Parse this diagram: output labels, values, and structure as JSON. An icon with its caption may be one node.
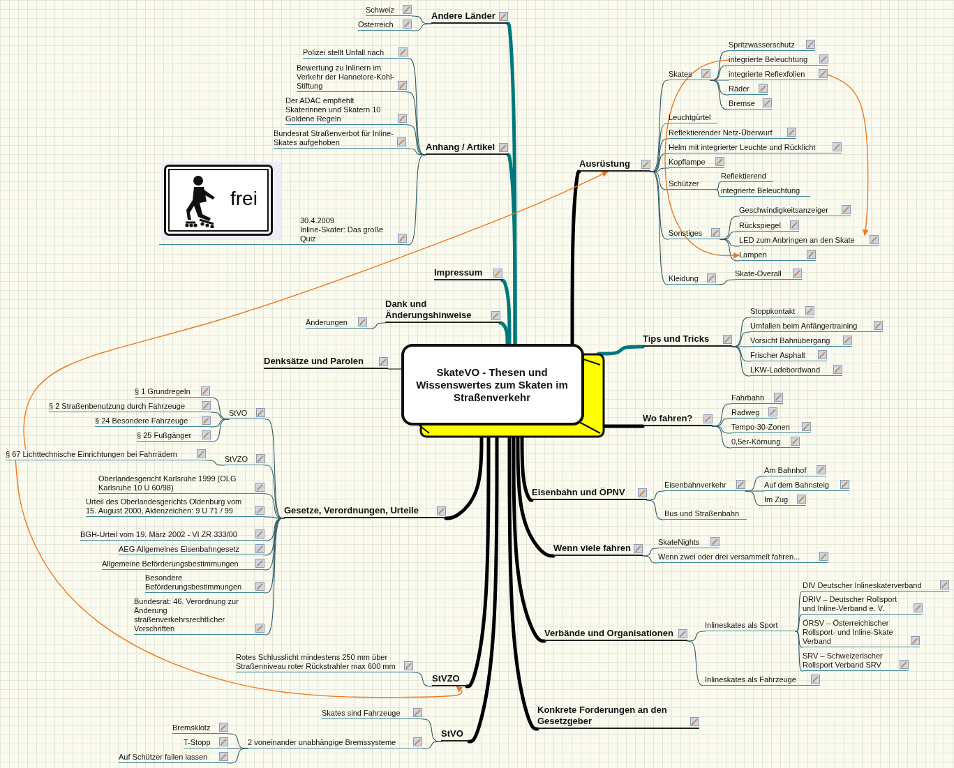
{
  "diagram": {
    "nodes": [
      {
        "text": [
          "SkateVO - Thesen und Wissenswertes zum Skaten im Straßenverkehr"
        ]
      },
      {
        "text": [
          "Ausrüstung"
        ]
      },
      {
        "text": [
          "Skates"
        ]
      },
      {
        "text": [
          "Spritzwasserschutz"
        ]
      },
      {
        "text": [
          "integrierte Beleuchtung"
        ]
      },
      {
        "text": [
          "integrierte Reflexfolien"
        ]
      },
      {
        "text": [
          "Räder"
        ]
      },
      {
        "text": [
          "Bremse"
        ]
      },
      {
        "text": [
          "Leuchtgürtel"
        ]
      },
      {
        "text": [
          "Reflektierender Netz-Überwurf"
        ]
      },
      {
        "text": [
          "Helm mit integrierter Leuchte und Rücklicht"
        ]
      },
      {
        "text": [
          "Kopflampe"
        ]
      },
      {
        "text": [
          "Schützer"
        ]
      },
      {
        "text": [
          "Reflektierend"
        ]
      },
      {
        "text": [
          "integrierte Beleuchtung"
        ]
      },
      {
        "text": [
          "Sonstiges"
        ]
      },
      {
        "text": [
          "Geschwindigkeitsanzeiger"
        ]
      },
      {
        "text": [
          "Rückspiegel"
        ]
      },
      {
        "text": [
          "LED zum Anbringen an den Skate"
        ]
      },
      {
        "text": [
          "Lampen"
        ]
      },
      {
        "text": [
          "Kleidung"
        ]
      },
      {
        "text": [
          "Skate-Overall"
        ]
      },
      {
        "text": [
          "Tips und Tricks"
        ]
      },
      {
        "text": [
          "Stoppkontakt"
        ]
      },
      {
        "text": [
          "Umfallen beim Anfängertraining"
        ]
      },
      {
        "text": [
          "Vorsicht Bahnübergang"
        ]
      },
      {
        "text": [
          "Frischer Asphalt"
        ]
      },
      {
        "text": [
          "LKW-Ladebordwand"
        ]
      },
      {
        "text": [
          "Wo fahren?"
        ]
      },
      {
        "text": [
          "Fahrbahn"
        ]
      },
      {
        "text": [
          "Radweg"
        ]
      },
      {
        "text": [
          "Tempo-30-Zonen"
        ]
      },
      {
        "text": [
          "0,5er-Körnung"
        ]
      },
      {
        "text": [
          "Eisenbahn und ÖPNV"
        ]
      },
      {
        "text": [
          "Eisenbahnverkehr"
        ]
      },
      {
        "text": [
          "Am Bahnhof"
        ]
      },
      {
        "text": [
          "Auf dem Bahnsteig"
        ]
      },
      {
        "text": [
          "Im Zug"
        ]
      },
      {
        "text": [
          "Bus und Straßenbahn"
        ]
      },
      {
        "text": [
          "Wenn viele fahren"
        ]
      },
      {
        "text": [
          "SkateNights"
        ]
      },
      {
        "text": [
          "Wenn zwei oder drei versammelt fahren..."
        ]
      },
      {
        "text": [
          "Verbände und Organisationen"
        ]
      },
      {
        "text": [
          "Inlineskates als Sport"
        ]
      },
      {
        "text": [
          "DIV Deutscher Inlineskaterverband"
        ]
      },
      {
        "text": [
          "DRIV – Deutscher Rollsport und Inline-Verband e. V."
        ]
      },
      {
        "text": [
          "ÖRSV – Österreichischer Rollsport- und Inline-Skate Verband"
        ]
      },
      {
        "text": [
          "SRV – Schweizerischer Rollsport Verband SRV"
        ]
      },
      {
        "text": [
          "Inlineskates als Fahrzeuge"
        ]
      },
      {
        "text": [
          "Konkrete Forderungen an den Gesetzgeber"
        ]
      },
      {
        "text": [
          "Andere Länder"
        ]
      },
      {
        "text": [
          "Schweiz"
        ]
      },
      {
        "text": [
          "Österreich"
        ]
      },
      {
        "text": [
          "Anhang / Artikel"
        ]
      },
      {
        "text": [
          "Polizei stellt Unfall nach"
        ]
      },
      {
        "text": [
          "Bewertung zu Inlinern im Verkehr der Hannelore-Kohl-Stiftung"
        ]
      },
      {
        "text": [
          "Der ADAC empfiehlt Skaterinnen und Skatern 10 Goldene Regeln"
        ]
      },
      {
        "text": [
          "Bundesrat Straßenverbot für Inline-Skates aufgehoben"
        ]
      },
      {
        "text": [
          "30.4.2009",
          "Inline-Skater: Das große Quiz"
        ]
      },
      {
        "text": [
          "Impressum"
        ]
      },
      {
        "text": [
          "Dank und Änderungshinweise"
        ]
      },
      {
        "text": [
          "Änderungen"
        ]
      },
      {
        "text": [
          "Denksätze und Parolen"
        ]
      },
      {
        "text": [
          "Gesetze, Verordnungen, Urteile"
        ]
      },
      {
        "text": [
          "StVO"
        ]
      },
      {
        "text": [
          "§ 1 Grundregeln"
        ]
      },
      {
        "text": [
          "§ 2 Straßenbenutzung durch Fahrzeuge"
        ]
      },
      {
        "text": [
          "§ 24 Besondere Fahrzeuge"
        ]
      },
      {
        "text": [
          "§ 25 Fußgänger"
        ]
      },
      {
        "text": [
          "StVZO"
        ]
      },
      {
        "text": [
          "§ 67 Lichttechnische Einrichtungen bei Fahrrädern"
        ]
      },
      {
        "text": [
          "Oberlandesgericht Karlsruhe 1999 (OLG Karlsruhe 10 U 60/98)"
        ]
      },
      {
        "text": [
          "Urteil des Oberlandesgerichts Oldenburg vom 15. August 2000, Aktenzeichen: 9 U 71 / 99"
        ]
      },
      {
        "text": [
          "BGH-Urteil vom 19. März 2002 - VI ZR 333/00"
        ]
      },
      {
        "text": [
          "AEG Allgemeines Eisenbahngesetz"
        ]
      },
      {
        "text": [
          "Allgemeine Beförderungsbestimmungen"
        ]
      },
      {
        "text": [
          "Besondere Beförderungsbestimmungen"
        ]
      },
      {
        "text": [
          "Bundesrat: 46. Verordnung zur Änderung straßenverkehrsrechtlicher Vorschriften"
        ]
      },
      {
        "text": [
          "StVZO"
        ]
      },
      {
        "text": [
          "Rotes Schlusslicht mindestens  250 mm über Straßenniveau roter Rückstrahler max 600 mm"
        ]
      },
      {
        "text": [
          "StVO"
        ]
      },
      {
        "text": [
          "Skates sind Fahrzeuge"
        ]
      },
      {
        "text": [
          "2 voneinander unabhängige Bremssysteme"
        ]
      },
      {
        "text": [
          "Bremsklotz"
        ]
      },
      {
        "text": [
          "T-Stopp"
        ]
      },
      {
        "text": [
          "Auf Schützer fallen lassen"
        ]
      }
    ],
    "edges": [
      {
        "from": 0,
        "to": 1,
        "arrow": "none",
        "style": "thick",
        "color": "#000000"
      },
      {
        "from": 0,
        "to": 22,
        "arrow": "none",
        "style": "thick",
        "color": "#00787a"
      },
      {
        "from": 0,
        "to": 28,
        "arrow": "none",
        "style": "thick",
        "color": "#000000"
      },
      {
        "from": 0,
        "to": 33,
        "arrow": "none",
        "style": "thick",
        "color": "#000000"
      },
      {
        "from": 0,
        "to": 39,
        "arrow": "none",
        "style": "thick",
        "color": "#000000"
      },
      {
        "from": 0,
        "to": 42,
        "arrow": "none",
        "style": "thick",
        "color": "#000000"
      },
      {
        "from": 0,
        "to": 49,
        "arrow": "none",
        "style": "thick",
        "color": "#000000"
      },
      {
        "from": 0,
        "to": 50,
        "arrow": "none",
        "style": "thick",
        "color": "#00787a"
      },
      {
        "from": 0,
        "to": 53,
        "arrow": "none",
        "style": "thick",
        "color": "#00787a"
      },
      {
        "from": 0,
        "to": 59,
        "arrow": "none",
        "style": "thick",
        "color": "#00787a"
      },
      {
        "from": 0,
        "to": 60,
        "arrow": "none",
        "style": "thick",
        "color": "#00787a"
      },
      {
        "from": 0,
        "to": 62,
        "arrow": "none",
        "color": "#000000"
      },
      {
        "from": 0,
        "to": 63,
        "arrow": "none",
        "style": "thick",
        "color": "#000000"
      },
      {
        "from": 0,
        "to": 78,
        "arrow": "none",
        "style": "thick",
        "color": "#000000"
      },
      {
        "from": 0,
        "to": 80,
        "arrow": "none",
        "style": "thick",
        "color": "#000000"
      },
      {
        "from": 1,
        "to": 2,
        "arrow": "none"
      },
      {
        "from": 1,
        "to": 8,
        "arrow": "none"
      },
      {
        "from": 1,
        "to": 9,
        "arrow": "none"
      },
      {
        "from": 1,
        "to": 10,
        "arrow": "none"
      },
      {
        "from": 1,
        "to": 11,
        "arrow": "none"
      },
      {
        "from": 1,
        "to": 12,
        "arrow": "none"
      },
      {
        "from": 1,
        "to": 15,
        "arrow": "none"
      },
      {
        "from": 1,
        "to": 20,
        "arrow": "none"
      },
      {
        "from": 2,
        "to": 3,
        "arrow": "none"
      },
      {
        "from": 2,
        "to": 4,
        "arrow": "none"
      },
      {
        "from": 2,
        "to": 5,
        "arrow": "none"
      },
      {
        "from": 2,
        "to": 6,
        "arrow": "none"
      },
      {
        "from": 2,
        "to": 7,
        "arrow": "none"
      },
      {
        "from": 12,
        "to": 13,
        "arrow": "none"
      },
      {
        "from": 12,
        "to": 14,
        "arrow": "none"
      },
      {
        "from": 15,
        "to": 16,
        "arrow": "none"
      },
      {
        "from": 15,
        "to": 17,
        "arrow": "none"
      },
      {
        "from": 15,
        "to": 18,
        "arrow": "none"
      },
      {
        "from": 15,
        "to": 19,
        "arrow": "none"
      },
      {
        "from": 20,
        "to": 21,
        "arrow": "none"
      },
      {
        "from": 22,
        "to": 23,
        "arrow": "none"
      },
      {
        "from": 22,
        "to": 24,
        "arrow": "none"
      },
      {
        "from": 22,
        "to": 25,
        "arrow": "none"
      },
      {
        "from": 22,
        "to": 26,
        "arrow": "none"
      },
      {
        "from": 22,
        "to": 27,
        "arrow": "none"
      },
      {
        "from": 28,
        "to": 29,
        "arrow": "none"
      },
      {
        "from": 28,
        "to": 30,
        "arrow": "none"
      },
      {
        "from": 28,
        "to": 31,
        "arrow": "none"
      },
      {
        "from": 28,
        "to": 32,
        "arrow": "none"
      },
      {
        "from": 33,
        "to": 34,
        "arrow": "none"
      },
      {
        "from": 33,
        "to": 38,
        "arrow": "none"
      },
      {
        "from": 34,
        "to": 35,
        "arrow": "none"
      },
      {
        "from": 34,
        "to": 36,
        "arrow": "none"
      },
      {
        "from": 34,
        "to": 37,
        "arrow": "none"
      },
      {
        "from": 39,
        "to": 40,
        "arrow": "none"
      },
      {
        "from": 39,
        "to": 41,
        "arrow": "none"
      },
      {
        "from": 42,
        "to": 43,
        "arrow": "none"
      },
      {
        "from": 42,
        "to": 48,
        "arrow": "none"
      },
      {
        "from": 43,
        "to": 44,
        "arrow": "none"
      },
      {
        "from": 43,
        "to": 45,
        "arrow": "none"
      },
      {
        "from": 43,
        "to": 46,
        "arrow": "none"
      },
      {
        "from": 43,
        "to": 47,
        "arrow": "none"
      },
      {
        "from": 50,
        "to": 51,
        "arrow": "none"
      },
      {
        "from": 50,
        "to": 52,
        "arrow": "none"
      },
      {
        "from": 53,
        "to": 54,
        "arrow": "none"
      },
      {
        "from": 53,
        "to": 55,
        "arrow": "none"
      },
      {
        "from": 53,
        "to": 56,
        "arrow": "none"
      },
      {
        "from": 53,
        "to": 57,
        "arrow": "none"
      },
      {
        "from": 53,
        "to": 58,
        "arrow": "none"
      },
      {
        "from": 60,
        "to": 61,
        "arrow": "none"
      },
      {
        "from": 63,
        "to": 64,
        "arrow": "none"
      },
      {
        "from": 63,
        "to": 69,
        "arrow": "none"
      },
      {
        "from": 63,
        "to": 71,
        "arrow": "none"
      },
      {
        "from": 63,
        "to": 72,
        "arrow": "none"
      },
      {
        "from": 63,
        "to": 73,
        "arrow": "none"
      },
      {
        "from": 63,
        "to": 74,
        "arrow": "none"
      },
      {
        "from": 63,
        "to": 75,
        "arrow": "none"
      },
      {
        "from": 63,
        "to": 76,
        "arrow": "none"
      },
      {
        "from": 63,
        "to": 77,
        "arrow": "none"
      },
      {
        "from": 64,
        "to": 65,
        "arrow": "none"
      },
      {
        "from": 64,
        "to": 66,
        "arrow": "none"
      },
      {
        "from": 64,
        "to": 67,
        "arrow": "none"
      },
      {
        "from": 64,
        "to": 68,
        "arrow": "none"
      },
      {
        "from": 69,
        "to": 70,
        "arrow": "none"
      },
      {
        "from": 78,
        "to": 79,
        "arrow": "none"
      },
      {
        "from": 80,
        "to": 81,
        "arrow": "none"
      },
      {
        "from": 80,
        "to": 82,
        "arrow": "none"
      },
      {
        "from": 82,
        "to": 83,
        "arrow": "none"
      },
      {
        "from": 82,
        "to": 84,
        "arrow": "none"
      },
      {
        "from": 82,
        "to": 85,
        "arrow": "none"
      },
      {
        "from": 70,
        "to": 1,
        "arrow": "to",
        "color": "#ee7722"
      },
      {
        "from": 70,
        "to": 78,
        "arrow": "to",
        "color": "#ee7722"
      },
      {
        "from": 4,
        "to": 19,
        "arrow": "to",
        "color": "#ee7722"
      },
      {
        "from": 5,
        "to": 18,
        "arrow": "to",
        "color": "#ee7722"
      }
    ],
    "labels": [
      "frei"
    ]
  }
}
